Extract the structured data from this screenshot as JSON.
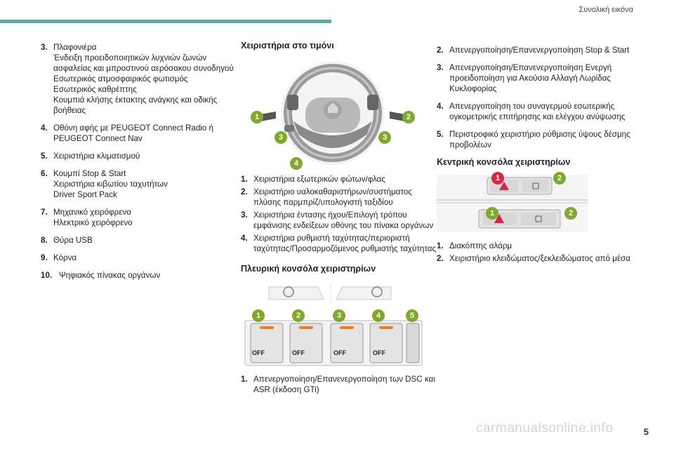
{
  "header": {
    "section_title": "Συνολική εικόνα"
  },
  "col1": {
    "items": [
      {
        "num": "3.",
        "lines": [
          "Πλαφονιέρα",
          "Ένδειξη προειδοποιητικών λυχνιών ζωνών",
          "ασφαλείας και μπροστινού αερόσακου συνοδηγού",
          "Εσωτερικός ατμοσφαιρικός φωτισμός",
          "Εσωτερικός καθρέπτης",
          "Κουμπιά κλήσης έκτακτης ανάγκης και οδικής",
          "βοήθειας"
        ]
      },
      {
        "num": "4.",
        "lines": [
          "Οθόνη αφής με PEUGEOT Connect Radio ή",
          "PEUGEOT Connect Nav"
        ]
      },
      {
        "num": "5.",
        "lines": [
          "Χειριστήρια κλιματισμού"
        ]
      },
      {
        "num": "6.",
        "lines": [
          "Κουμπί Stop & Start",
          "Χειριστήρια κιβωτίου ταχυτήτων",
          "Driver Sport Pack"
        ]
      },
      {
        "num": "7.",
        "lines": [
          "Μηχανικό χειρόφρενο",
          "Ηλεκτρικό χειρόφρενο"
        ]
      },
      {
        "num": "8.",
        "lines": [
          "Θύρα USB"
        ]
      },
      {
        "num": "9.",
        "lines": [
          "Κόρνα"
        ]
      },
      {
        "num": "10.",
        "lines": [
          "Ψηφιακός πίνακας οργάνων"
        ]
      }
    ]
  },
  "col2": {
    "steering_heading": "Χειριστήρια στο τιμόνι",
    "steering_callouts": [
      "1",
      "2",
      "3",
      "3",
      "4"
    ],
    "steering_items": [
      {
        "num": "1.",
        "lines": [
          "Χειριστήρια εξωτερικών φώτων/φλας"
        ]
      },
      {
        "num": "2.",
        "lines": [
          "Χειριστήριο υαλοκαθαριστήρων/συστήματος",
          "πλύσης παρμπρίζ/υπολογιστή ταξιδίου"
        ]
      },
      {
        "num": "3.",
        "lines": [
          "Χειριστήρια έντασης ήχου/Επιλογή τρόπου",
          "εμφάνισης ενδείξεων οθόνης του πίνακα οργάνων"
        ]
      },
      {
        "num": "4.",
        "lines": [
          "Χειριστήρια ρυθμιστή ταχύτητας/περιοριστή",
          "ταχύτητας/Προσαρμοζόμενος ρυθμιστής ταχύτητας"
        ]
      }
    ],
    "side_heading": "Πλευρική κονσόλα χειριστηρίων",
    "side_callouts": [
      "1",
      "2",
      "3",
      "4",
      "5"
    ],
    "side_button_label": "OFF",
    "side_items": [
      {
        "num": "1.",
        "lines": [
          "Απενεργοποίηση/Επανενεργοποίηση των DSC και",
          "ASR (έκδοση GTi)"
        ]
      }
    ]
  },
  "col3": {
    "items": [
      {
        "num": "2.",
        "lines": [
          "Απενεργοποίηση/Επανενεργοποίηση Stop & Start"
        ]
      },
      {
        "num": "3.",
        "lines": [
          "Απενεργοποίηση/Επανενεργοποίηση Ενεργή",
          "προειδοποίηση για Ακούσια Αλλαγή Λωρίδας",
          "Κυκλοφορίας"
        ]
      },
      {
        "num": "4.",
        "lines": [
          "Απενεργοποίηση του συναγερμού εσωτερικής",
          "ογκομετρικής επιτήρησης και ελέγχου ανύψωσης"
        ]
      },
      {
        "num": "5.",
        "lines": [
          "Περιστροφικό χειριστήριο ρύθμισης ύψους δέσμης",
          "προβολέων"
        ]
      }
    ],
    "center_heading": "Κεντρική κονσόλα χειριστηρίων",
    "center_callouts": [
      "1",
      "2",
      "1",
      "2"
    ],
    "center_items": [
      {
        "num": "1.",
        "lines": [
          "Διακόπτης αλάρμ"
        ]
      },
      {
        "num": "2.",
        "lines": [
          "Χειριστήριο κλειδώματος/ξεκλειδώματος από μέσα"
        ]
      }
    ]
  },
  "footer": {
    "page_number": "5",
    "watermark": "carmanualsonline.info"
  },
  "colors": {
    "accent": "#5fa7a7",
    "callout_green": "#7fa82d",
    "callout_red": "#d6274a",
    "orange_led": "#f07a22"
  }
}
